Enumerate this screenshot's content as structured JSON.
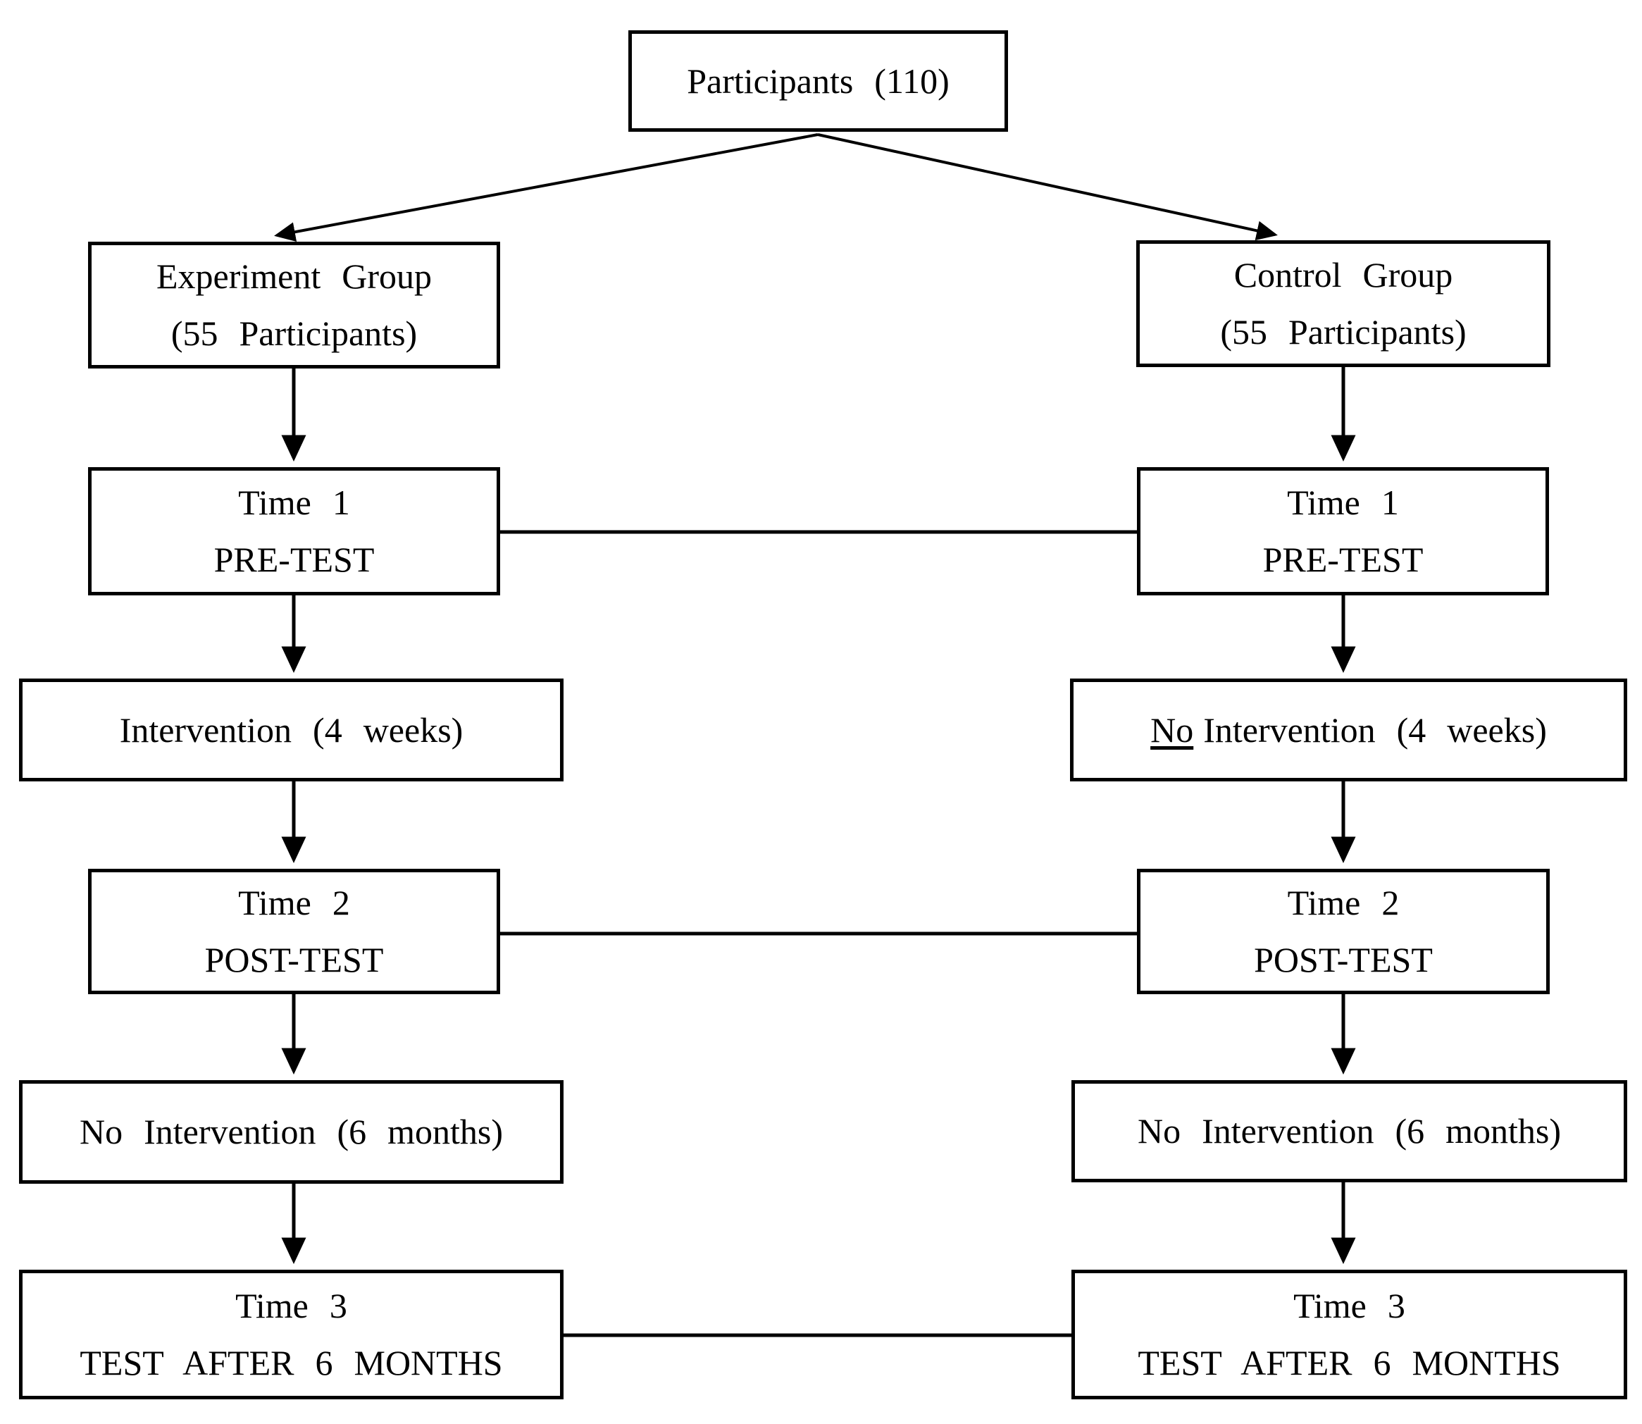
{
  "figure": {
    "type": "flowchart",
    "background_color": "#ffffff",
    "line_color": "#000000",
    "text_color": "#000000"
  },
  "nodes": {
    "participants": {
      "label": "Participants (110)"
    },
    "experiment_group": {
      "line1": "Experiment Group",
      "line2": "(55 Participants)"
    },
    "control_group": {
      "line1": "Control Group",
      "line2": "(55 Participants)"
    },
    "experiment_time1": {
      "line1": "Time 1",
      "line2": "PRE-TEST"
    },
    "control_time1": {
      "line1": "Time 1",
      "line2": "PRE-TEST"
    },
    "experiment_intervention": {
      "label": "Intervention (4 weeks)"
    },
    "control_intervention": {
      "underlined": "No",
      "rest": "Intervention (4 weeks)"
    },
    "experiment_time2": {
      "line1": "Time 2",
      "line2": "POST-TEST"
    },
    "control_time2": {
      "line1": "Time 2",
      "line2": "POST-TEST"
    },
    "experiment_no_intervention": {
      "label": "No Intervention (6 months)"
    },
    "control_no_intervention": {
      "label": "No Intervention (6 months)"
    },
    "experiment_time3": {
      "line1": "Time 3",
      "line2": "TEST AFTER 6 MONTHS"
    },
    "control_time3": {
      "line1": "Time 3",
      "line2": "TEST AFTER 6 MONTHS"
    }
  }
}
